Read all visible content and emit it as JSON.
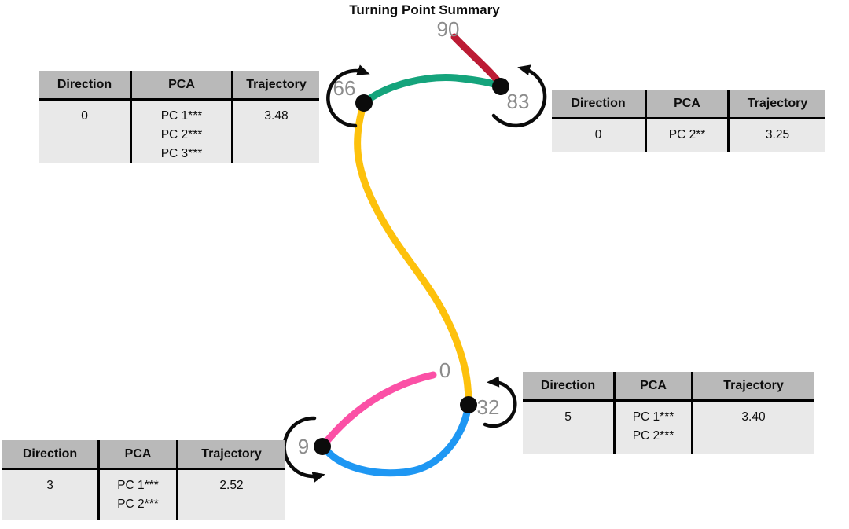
{
  "title": "Turning Point Summary",
  "colors": {
    "segment_0_to_9": "#FB50A6",
    "segment_9_to_32": "#1E97F3",
    "segment_32_to_66": "#FDC10C",
    "segment_66_to_83": "#15A47C",
    "segment_83_to_90": "#BC1B34",
    "turning_point_dot": "#0b0b0b",
    "rotation_arrow": "#0b0b0b",
    "point_label": "#8c8c8c",
    "table_header_bg": "#b9b9b9",
    "table_body_bg": "#e9e9e9"
  },
  "point_labels": {
    "p0": "0",
    "p9": "9",
    "p32": "32",
    "p66": "66",
    "p83": "83",
    "p90": "90"
  },
  "tables": {
    "tp66": {
      "headers": [
        "Direction",
        "PCA",
        "Trajectory"
      ],
      "direction": "0",
      "pca": [
        "PC 1***",
        "PC 2***",
        "PC 3***"
      ],
      "trajectory": "3.48"
    },
    "tp83": {
      "headers": [
        "Direction",
        "PCA",
        "Trajectory"
      ],
      "direction": "0",
      "pca": [
        "PC 2**"
      ],
      "trajectory": "3.25"
    },
    "tp32": {
      "headers": [
        "Direction",
        "PCA",
        "Trajectory"
      ],
      "direction": "5",
      "pca": [
        "PC 1***",
        "PC 2***"
      ],
      "trajectory": "3.40"
    },
    "tp9": {
      "headers": [
        "Direction",
        "PCA",
        "Trajectory"
      ],
      "direction": "3",
      "pca": [
        "PC 1***",
        "PC 2***"
      ],
      "trajectory": "2.52"
    }
  }
}
